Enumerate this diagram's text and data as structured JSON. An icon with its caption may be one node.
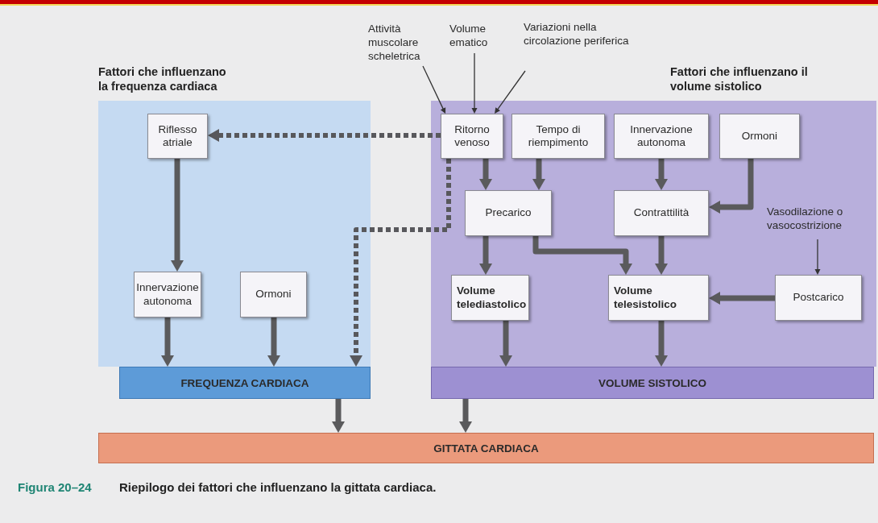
{
  "diagram": {
    "caption": "Riepilogo dei fattori che influenzano la gittata cardiaca.",
    "nodes": [
      {
        "text": [
          "Attività muscolare scheletrica"
        ]
      },
      {
        "text": [
          "Volume ematico"
        ]
      },
      {
        "text": [
          "Variazioni nella circolazione periferica"
        ]
      },
      {
        "text": [
          "Fattori che influenzano la frequenza cardiaca"
        ]
      },
      {
        "text": [
          "Riflesso atriale"
        ],
        "in": 3
      },
      {
        "text": [
          "Innervazione autonoma"
        ],
        "in": 3
      },
      {
        "text": [
          "Ormoni"
        ],
        "in": 3
      },
      {
        "text": [
          "Fattori che influenzano il volume sistolico"
        ]
      },
      {
        "text": [
          "Ritorno venoso"
        ],
        "in": 7
      },
      {
        "text": [
          "Tempo di riempimento"
        ],
        "in": 7
      },
      {
        "text": [
          "Innervazione autonoma"
        ],
        "in": 7
      },
      {
        "text": [
          "Ormoni"
        ],
        "in": 7
      },
      {
        "text": [
          "Precarico"
        ],
        "in": 7
      },
      {
        "text": [
          "Contrattilità"
        ],
        "in": 7
      },
      {
        "text": [
          "Vasodilazione o vasocostrizione"
        ],
        "in": 7
      },
      {
        "text": [
          "Volume telediastolico"
        ],
        "in": 7
      },
      {
        "text": [
          "Volume telesistolico"
        ],
        "in": 7
      },
      {
        "text": [
          "Postcarico"
        ],
        "in": 7
      },
      {
        "text": [
          "FREQUENZA CARDIACA"
        ]
      },
      {
        "text": [
          "VOLUME SISTOLICO"
        ]
      },
      {
        "text": [
          "GITTATA CARDIACA"
        ]
      }
    ],
    "edges": [
      {
        "from": 0,
        "to": 8,
        "arrow": "to"
      },
      {
        "from": 1,
        "to": 8,
        "arrow": "to"
      },
      {
        "from": 2,
        "to": 8,
        "arrow": "to"
      },
      {
        "from": 8,
        "to": 4,
        "arrow": "to",
        "style": "dashed"
      },
      {
        "from": 8,
        "to": 18,
        "arrow": "to",
        "style": "dashed"
      },
      {
        "from": 4,
        "to": 5,
        "arrow": "to"
      },
      {
        "from": 5,
        "to": 18,
        "arrow": "to"
      },
      {
        "from": 6,
        "to": 18,
        "arrow": "to"
      },
      {
        "from": 8,
        "to": 12,
        "arrow": "to"
      },
      {
        "from": 9,
        "to": 12,
        "arrow": "to"
      },
      {
        "from": 10,
        "to": 13,
        "arrow": "to"
      },
      {
        "from": 11,
        "to": 13,
        "arrow": "to"
      },
      {
        "from": 12,
        "to": 15,
        "arrow": "to"
      },
      {
        "from": 12,
        "to": 16,
        "arrow": "to"
      },
      {
        "from": 13,
        "to": 16,
        "arrow": "to"
      },
      {
        "from": 14,
        "to": 17,
        "arrow": "to"
      },
      {
        "from": 17,
        "to": 16,
        "arrow": "to"
      },
      {
        "from": 15,
        "to": 19,
        "arrow": "to"
      },
      {
        "from": 16,
        "to": 19,
        "arrow": "to"
      },
      {
        "from": 18,
        "to": 20,
        "arrow": "to"
      },
      {
        "from": 19,
        "to": 20,
        "arrow": "to"
      }
    ],
    "labels": [
      "Figura 20–24"
    ]
  }
}
